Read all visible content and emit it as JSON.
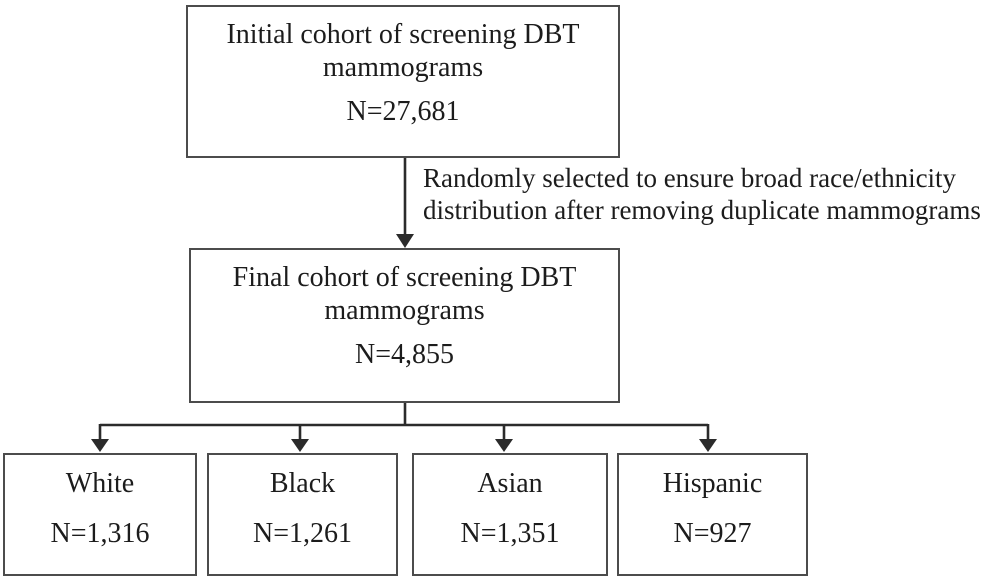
{
  "diagram": {
    "initial_box": {
      "title": "Initial cohort of screening DBT mammograms",
      "count": "N=27,681"
    },
    "annotation": {
      "lines": [
        "Randomly selected to ensure broad race/ethnicity",
        "distribution after removing duplicate mammograms"
      ]
    },
    "final_box": {
      "title": "Final cohort of screening DBT mammograms",
      "count": "N=4,855"
    },
    "race_boxes": [
      {
        "label": "White",
        "count": "N=1,316"
      },
      {
        "label": "Black",
        "count": "N=1,261"
      },
      {
        "label": "Asian",
        "count": "N=1,351"
      },
      {
        "label": "Hispanic",
        "count": "N=927"
      }
    ],
    "colors": {
      "box_border": "#4c4c4c",
      "arrow": "#2b2b2b",
      "text": "#1c1c1c",
      "background": "#ffffff"
    }
  }
}
